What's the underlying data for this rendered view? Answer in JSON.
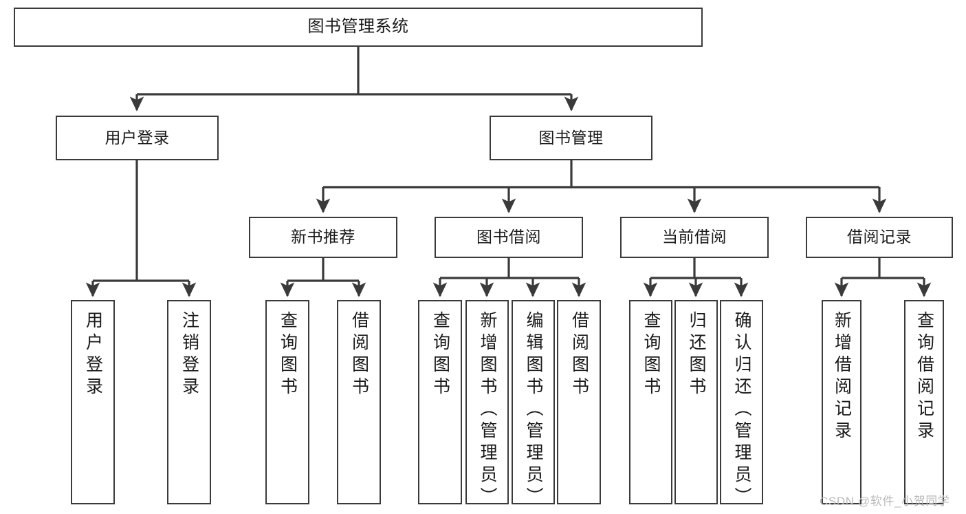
{
  "diagram": {
    "title": "图书管理系统",
    "type": "tree",
    "orientation": "top-down",
    "colors": {
      "box_border": "#3a3a3a",
      "box_fill": "#ffffff",
      "connector": "#3a3a3a",
      "text": "#1a1a1a",
      "watermark": "#b9b9b9",
      "background": "#ffffff"
    },
    "root": {
      "label": "图书管理系统"
    },
    "level2": [
      {
        "label": "用户登录"
      },
      {
        "label": "图书管理"
      }
    ],
    "level3": [
      {
        "label": "新书推荐"
      },
      {
        "label": "图书借阅"
      },
      {
        "label": "当前借阅"
      },
      {
        "label": "借阅记录"
      }
    ],
    "leaves": {
      "user_login": [
        {
          "label": "用户登录"
        },
        {
          "label": "注销登录"
        }
      ],
      "new_book_recommend": [
        {
          "label": "查询图书"
        },
        {
          "label": "借阅图书"
        }
      ],
      "book_borrow": [
        {
          "label": "查询图书"
        },
        {
          "label": "新增图书（管理员）"
        },
        {
          "label": "编辑图书（管理员）"
        },
        {
          "label": "借阅图书"
        }
      ],
      "current_borrow": [
        {
          "label": "查询图书"
        },
        {
          "label": "归还图书"
        },
        {
          "label": "确认归还（管理员）"
        }
      ],
      "borrow_record": [
        {
          "label": "新增借阅记录"
        },
        {
          "label": "查询借阅记录"
        }
      ]
    }
  },
  "watermark": {
    "text": "CSDN @软件_小贺同学"
  }
}
